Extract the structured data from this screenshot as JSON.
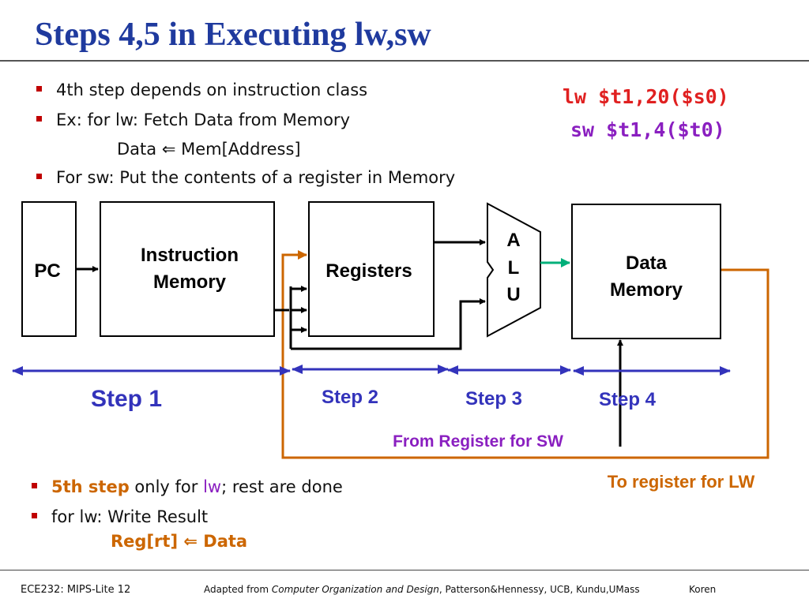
{
  "slide": {
    "title": "Steps 4,5 in Executing lw,sw"
  },
  "bullets_top": [
    {
      "text": "4th step depends on instruction class"
    },
    {
      "text": "Ex: for lw: Fetch Data from Memory"
    },
    {
      "text": "For sw: Put the contents of a register in Memory"
    }
  ],
  "indent_line": {
    "pre": "Data ",
    "arrow": "⇐",
    "post": " Mem[Address]"
  },
  "code": {
    "lw": "lw $t1,20($s0)",
    "sw": "sw $t1,4($t0)"
  },
  "diagram": {
    "pc": "PC",
    "imem_line1": "Instruction",
    "imem_line2": "Memory",
    "registers": "Registers",
    "alu_a": "A",
    "alu_l": "L",
    "alu_u": "U",
    "dmem_line1": "Data",
    "dmem_line2": "Memory",
    "step1": "Step 1",
    "step2": "Step 2",
    "step3": "Step 3",
    "step4": "Step 4",
    "from_reg_sw": "From Register for SW",
    "to_reg_lw": "To register for LW"
  },
  "bullets_bottom": {
    "b1_highlight": "5th step",
    "b1_mid": " only for ",
    "b1_lw": "lw",
    "b1_rest": "; rest are done",
    "b2": "for lw: Write Result",
    "reg_pre": "Reg[rt] ",
    "reg_arrow": "⇐",
    "reg_post": " Data"
  },
  "footer": {
    "left": "ECE232: MIPS-Lite 12",
    "adapted": "Adapted from ",
    "book": "Computer Organization and Design",
    "rest": ", Patterson&Hennessy, UCB, Kundu,UMass",
    "koren": "Koren"
  },
  "colors": {
    "title": "#1f3a9e",
    "bullet_red": "#c00000",
    "lw_code": "#e02020",
    "sw_code": "#8a1fc0",
    "steps_blue": "#1f3a9e",
    "arrow_blue": "#3333bb",
    "orange_wire": "#cc6600",
    "purple_label": "#8a1fc0",
    "teal_arrow": "#00b07a"
  }
}
